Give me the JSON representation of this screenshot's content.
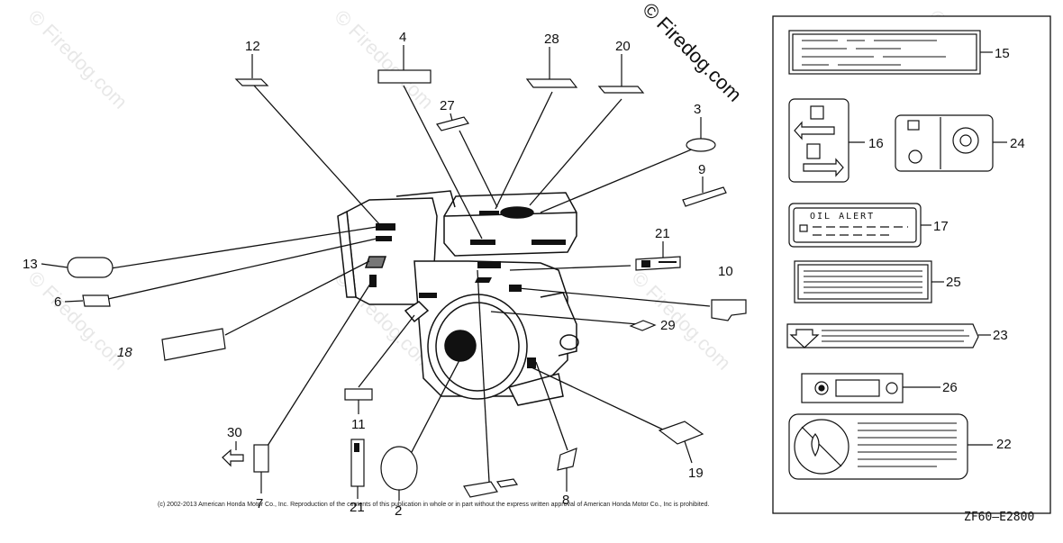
{
  "watermark": "© Firedog.com",
  "watermark_main": "© Firedog.com",
  "copyright": "(c) 2002-2013 American Honda Motor Co., Inc. Reproduction of the contents of this publication in whole or in part without the express written approval of American Honda Motor Co., Inc is prohibited.",
  "diagram_code": "ZF60—E2800",
  "oil_alert_label": "OIL ALERT",
  "callouts": {
    "c2": "2",
    "c3": "3",
    "c4": "4",
    "c6": "6",
    "c7": "7",
    "c8": "8",
    "c9": "9",
    "c10": "10",
    "c11": "11",
    "c12": "12",
    "c13": "13",
    "c15": "15",
    "c16": "16",
    "c17": "17",
    "c18": "18",
    "c19": "19",
    "c20": "20",
    "c21a": "21",
    "c21b": "21",
    "c22": "22",
    "c23": "23",
    "c24": "24",
    "c25": "25",
    "c26": "26",
    "c27": "27",
    "c28": "28",
    "c29": "29",
    "c30": "30"
  },
  "colors": {
    "ink": "#111111",
    "paper": "#ffffff"
  }
}
